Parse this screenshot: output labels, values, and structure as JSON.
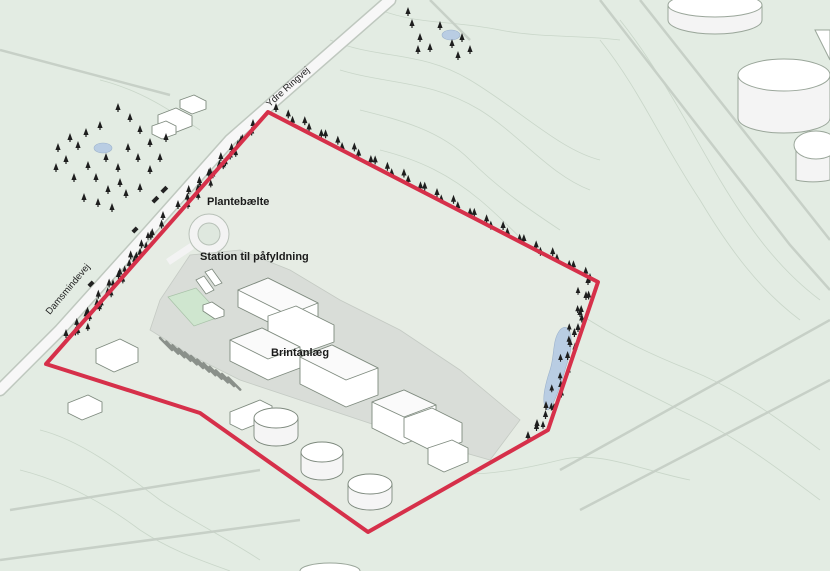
{
  "map": {
    "labels": {
      "plantebaelte": "Plantebælte",
      "station": "Station til påfyldning",
      "brintanlaeg": "Brintanlæg"
    },
    "roads": {
      "ydre_ringvej": "Ydre Ringvej",
      "damsmindevej": "Damsmindevej"
    },
    "colors": {
      "land": "#e3ece3",
      "site_ground": "#dfe4dc",
      "road": "#f5f5f5",
      "boundary": "#d6304a",
      "water": "#b9cde3",
      "building": "#ffffff",
      "tree": "#1e1e1e"
    }
  }
}
